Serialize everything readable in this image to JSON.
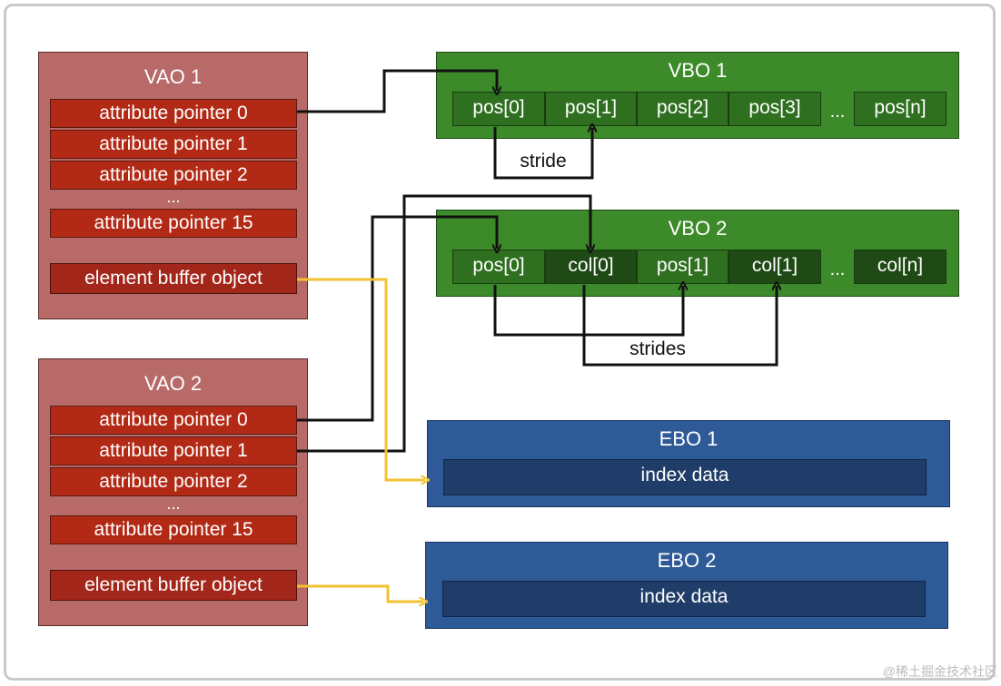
{
  "vao1": {
    "title": "VAO 1",
    "attrs": [
      "attribute pointer 0",
      "attribute pointer 1",
      "attribute pointer 2"
    ],
    "dots": "...",
    "attr_last": "attribute pointer 15",
    "ebo_label": "element buffer object"
  },
  "vao2": {
    "title": "VAO 2",
    "attrs": [
      "attribute pointer 0",
      "attribute pointer 1",
      "attribute pointer 2"
    ],
    "dots": "...",
    "attr_last": "attribute pointer 15",
    "ebo_label": "element buffer object"
  },
  "vbo1": {
    "title": "VBO 1",
    "cells": [
      "pos[0]",
      "pos[1]",
      "pos[2]",
      "pos[3]"
    ],
    "dots": "...",
    "last": "pos[n]",
    "stride_label": "stride"
  },
  "vbo2": {
    "title": "VBO 2",
    "cells": [
      "pos[0]",
      "col[0]",
      "pos[1]",
      "col[1]"
    ],
    "dots": "...",
    "last": "col[n]",
    "strides_label": "strides"
  },
  "ebo1": {
    "title": "EBO 1",
    "content": "index data"
  },
  "ebo2": {
    "title": "EBO 2",
    "content": "index data"
  },
  "colors": {
    "vao": "#b76a67",
    "attribute": "#b22a16",
    "vbo": "#3d8a2a",
    "ebo": "#2e5a97",
    "ebo_link": "#f2c230",
    "attr_link": "#111111"
  },
  "watermark": "@稀土掘金技术社区"
}
